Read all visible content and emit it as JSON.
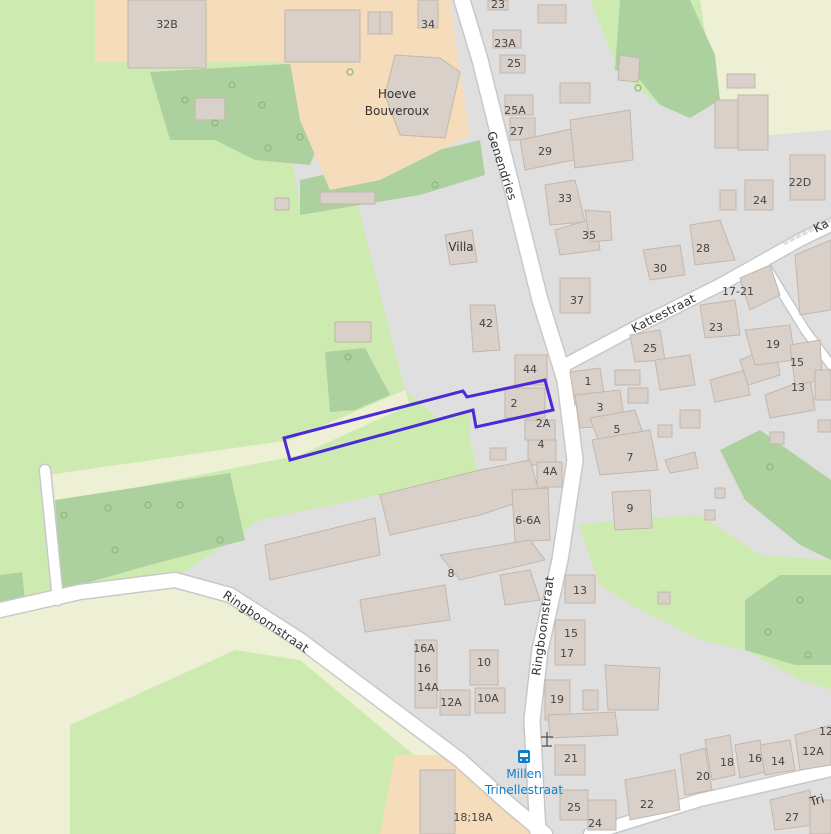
{
  "colors": {
    "background": "#e0dfdf",
    "grass": "#cdebb0",
    "farmland": "#eef0d5",
    "wood": "#add19e",
    "farmyard": "#f5dcba",
    "building": "#d9d0c9",
    "building_stroke": "#c4b6ab",
    "road": "#ffffff",
    "road_casing": "#c8c8c8",
    "highlight": "#4a2bd6",
    "bus_stop": "#0f7fcb"
  },
  "places": {
    "hoeve_line1": "Hoeve",
    "hoeve_line2": "Bouveroux",
    "villa": "Villa"
  },
  "streets": {
    "genendries": "Genendries",
    "kattestraat": "Kattestraat",
    "kattestraat_edge": "Ka",
    "ringboomstraat_west": "Ringboomstraat",
    "ringboomstraat_south": "Ringboomstraat",
    "trinellestraat_edge": "Tri"
  },
  "bus_stop": {
    "icon": "bus-stop-icon",
    "line1": "Millen",
    "line2": "Trinellestraat"
  },
  "other_icons": {
    "wayside_cross": "wayside-cross-icon",
    "tree": "tree-icon"
  },
  "house_numbers": {
    "n32B": "32B",
    "n34": "34",
    "n23": "23",
    "n23A": "23A",
    "n25a": "25",
    "n25A": "25A",
    "n27a": "27",
    "n29": "29",
    "n33": "33",
    "n35": "35",
    "n24a": "24",
    "n22D": "22D",
    "n28": "28",
    "n30": "30",
    "n37": "37",
    "n42": "42",
    "n44": "44",
    "n2": "2",
    "n2A": "2A",
    "n4": "4",
    "n4A": "4A",
    "n1": "1",
    "n3": "3",
    "n5": "5",
    "n7": "7",
    "n9": "9",
    "n6_6A": "6-6A",
    "n8": "8",
    "n17_21": "17-21",
    "n23b": "23",
    "n25b": "25",
    "n19a": "19",
    "n15a": "15",
    "n13a": "13",
    "n13b": "13",
    "n15b": "15",
    "n17": "17",
    "n16A": "16A",
    "n16": "16",
    "n14A": "14A",
    "n12A": "12A",
    "n10": "10",
    "n10A": "10A",
    "n19b": "19",
    "n21": "21",
    "n25c": "25",
    "n24b": "24",
    "n22": "22",
    "n20": "20",
    "n18": "18",
    "n16b": "16",
    "n14": "14",
    "n12Ab": "12A",
    "n12": "12",
    "n27b": "27",
    "n18_18A": "18;18A"
  }
}
